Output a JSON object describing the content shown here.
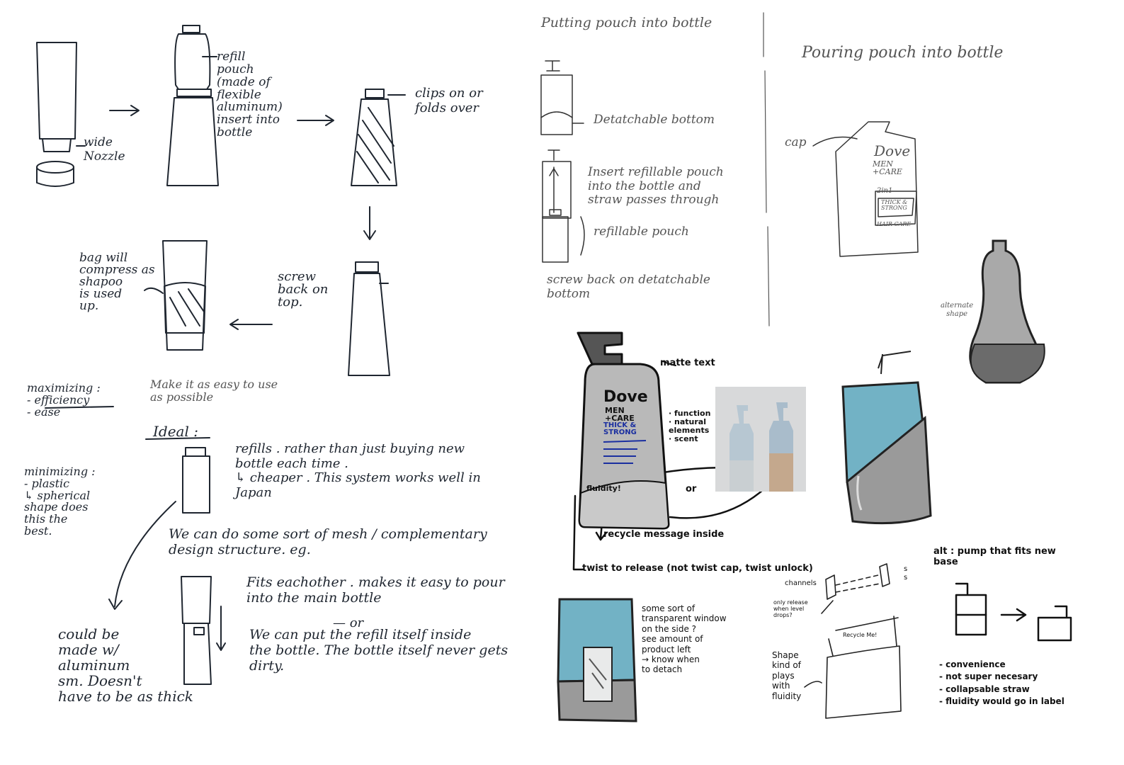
{
  "left": {
    "tube_label": "wide\nNozzle",
    "refill_label": "refill\npouch\n(made of\nflexible\naluminum)\ninsert into\nbottle",
    "clip_label": "clips on or\nfolds over",
    "screw_label": "screw\nback on\ntop.",
    "bag_label": "bag will\ncompress as\nshapoo\nis used\nup.",
    "maximizing": "maximizing :\n- efficiency\n- ease",
    "easy_note": "Make it as easy to use\nas possible",
    "ideal": "Ideal :",
    "refills_note": "refills . rather than just buying new\nbottle each time .\n↳ cheaper . This system works well in\nJapan",
    "minimizing": "minimizing :\n- plastic\n  ↳ spherical\n    shape does\n    this the\n    best.",
    "mesh_note": "We can do some sort of mesh / complementary\ndesign structure. eg.",
    "fits_note": "Fits eachother . makes it easy to pour\ninto the main bottle",
    "or": "— or",
    "put_note": "We can put the refill itself inside\nthe bottle. The bottle itself never gets\ndirty.",
    "could_note": "could be\nmade w/\naluminum\nsm. Doesn't\nhave to be as thick"
  },
  "middle": {
    "title": "Putting pouch into bottle",
    "detach_label": "Detatchable bottom",
    "insert_label": "Insert refillable pouch\ninto the bottle and\nstraw passes through",
    "pouch_label": "refillable pouch",
    "screw_label": "screw back on detatchable\nbottom"
  },
  "right": {
    "title": "Pouring pouch into bottle",
    "cap_label": "cap",
    "brand": "Dove",
    "brand_sub": "MEN\n+CARE",
    "pouch_2in1": "2in1",
    "pouch_thick": "THICK &\nSTRONG",
    "pouch_hair": "HAIR CARE",
    "alt_shape": "alternate\nshape"
  },
  "dove_bottle": {
    "brand": "Dove",
    "brand_sub": "MEN\n+CARE",
    "thick": "THICK &\nSTRONG",
    "fluidity_label": "fluidity!",
    "matte_label": "matte text",
    "function_label": "· function\n· natural\n  elements\n· scent",
    "or": "or",
    "recycle_label": "recycle message inside",
    "twist_label": "twist to release (not twist cap, twist unlock)"
  },
  "window_note": "some sort of\ntransparent window\non the side ?\nsee amount of\nproduct left\n  → know when\n    to  detach",
  "channels": {
    "channels_label": "channels",
    "only_release": "only release\nwhen level\ndrops?",
    "s_label": "s\ns",
    "recycle_small": "Recycle Me!",
    "shape_label": "Shape\nkind of\nplays\nwith\nfluidity"
  },
  "alt_pump": {
    "title": "alt : pump that fits new\nbase",
    "list": "- convenience\n- not super necesary\n- collapsable straw\n- fluidity would go in label"
  },
  "colors": {
    "ink": "#1f2630",
    "blue": "#73b3c6",
    "grey": "#9a9a9a",
    "dark_grey": "#6e6e6e"
  }
}
